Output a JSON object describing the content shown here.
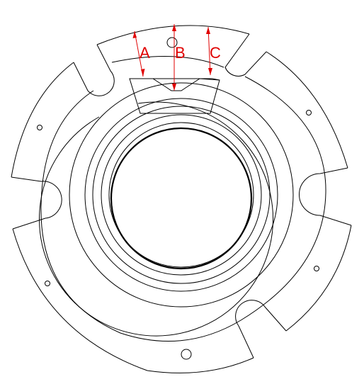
{
  "dimension_labels": {
    "a": "A",
    "b": "B",
    "c": "C"
  },
  "colors": {
    "outline": "#000000",
    "dimension": "#e00000",
    "background": "#ffffff"
  }
}
